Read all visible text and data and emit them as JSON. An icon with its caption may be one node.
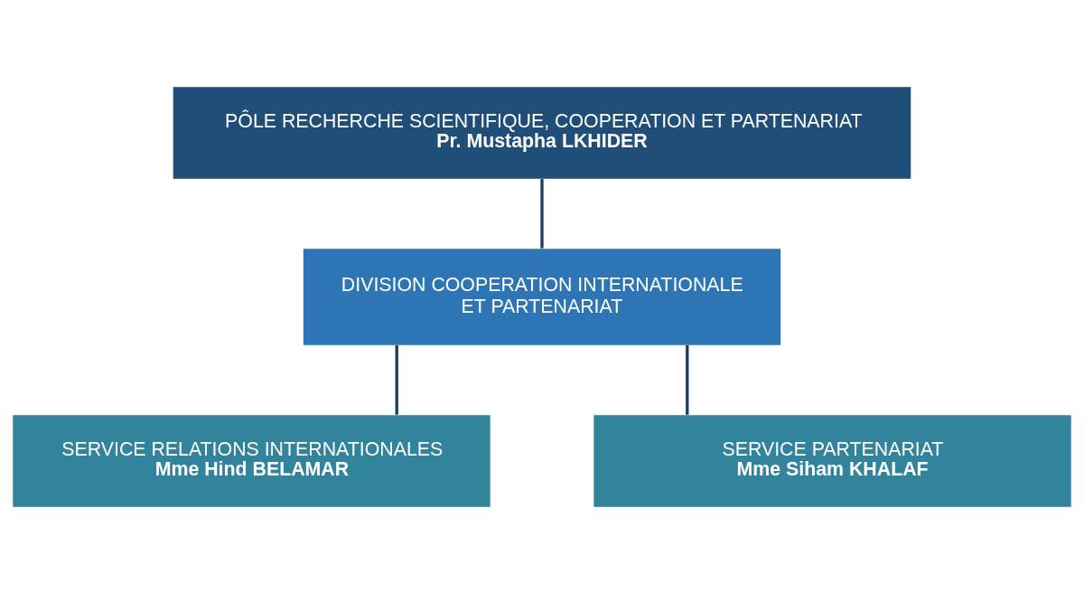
{
  "diagram": {
    "nodes": [
      {
        "text": [
          "PÔLE RECHERCHE SCIENTIFIQUE, COOPERATION ET PARTENARIAT",
          "Pr. Mustapha LKHIDER"
        ]
      },
      {
        "text": [
          "DIVISION COOPERATION INTERNATIONALE ET PARTENARIAT"
        ]
      },
      {
        "text": [
          "SERVICE RELATIONS INTERNATIONALES",
          "Mme Hind BELAMAR"
        ]
      },
      {
        "text": [
          "SERVICE PARTENARIAT",
          "Mme Siham KHALAF"
        ]
      }
    ],
    "edges": [
      {
        "from": 0,
        "to": 1,
        "arrow": "none"
      },
      {
        "from": 1,
        "to": 2,
        "arrow": "none"
      },
      {
        "from": 1,
        "to": 3,
        "arrow": "none"
      }
    ]
  }
}
